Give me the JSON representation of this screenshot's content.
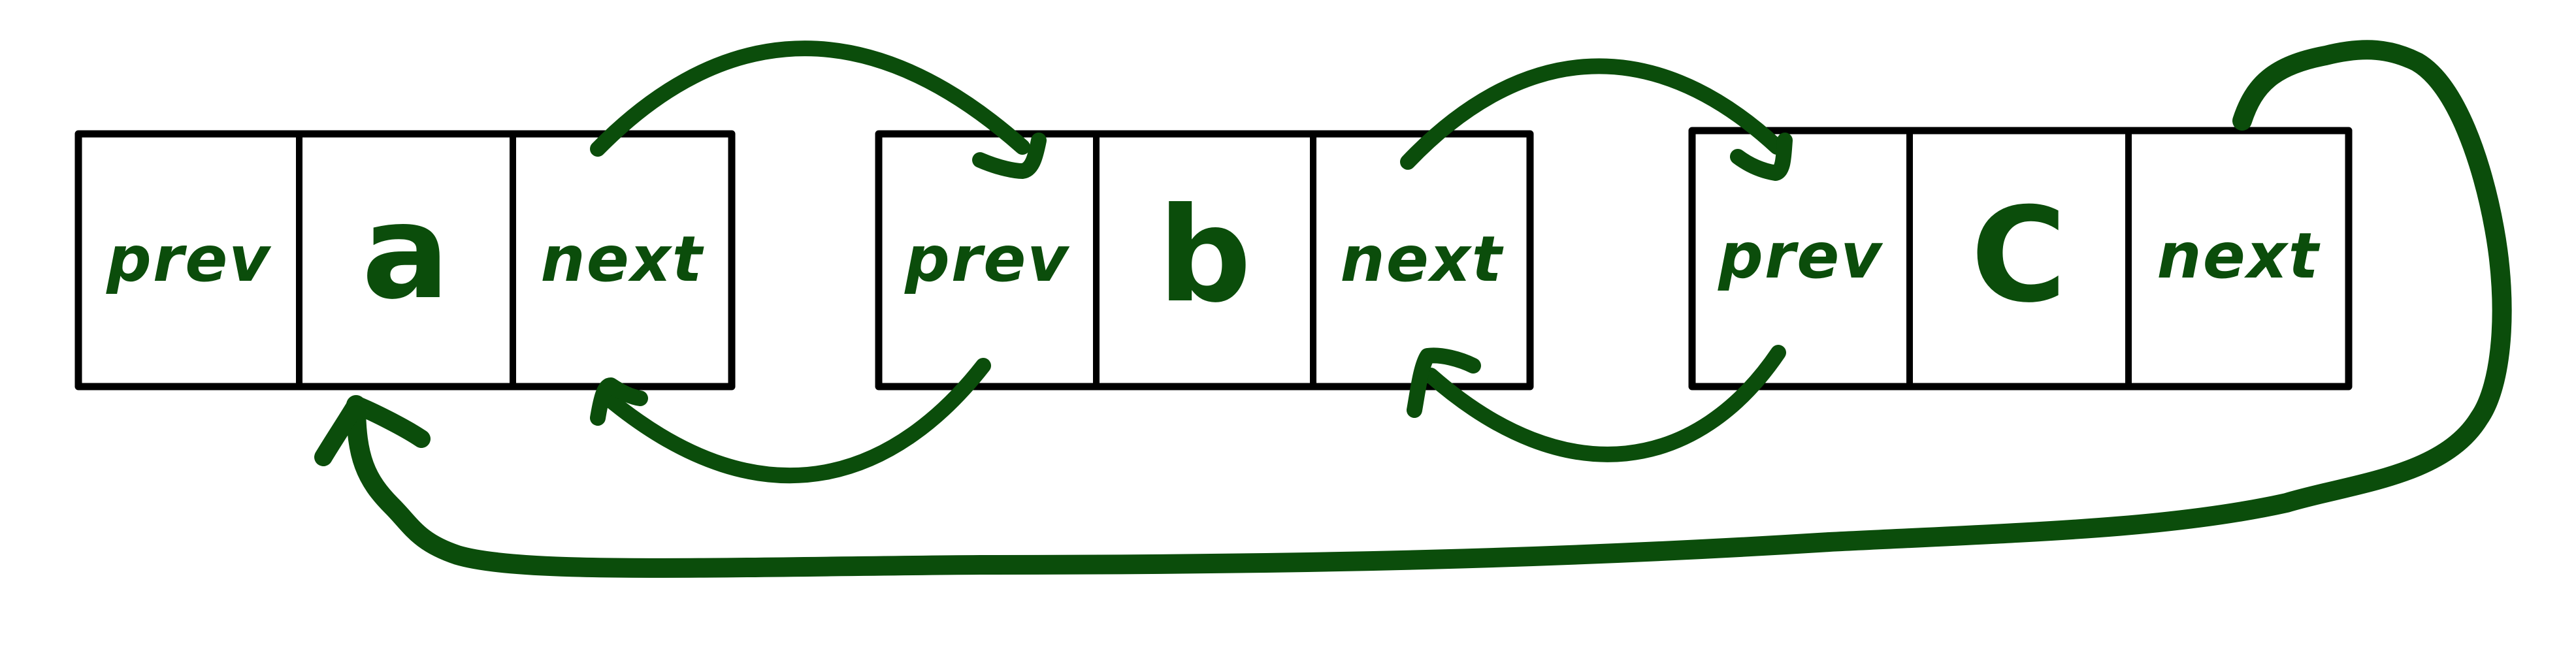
{
  "colors": {
    "ink": "#0b4d0b",
    "border": "#000000",
    "background": "#ffffff"
  },
  "nodes": [
    {
      "prev_label": "prev",
      "value": "a",
      "next_label": "next"
    },
    {
      "prev_label": "prev",
      "value": "b",
      "next_label": "next"
    },
    {
      "prev_label": "prev",
      "value": "C",
      "next_label": "next"
    }
  ],
  "links": [
    {
      "from": "node-a.next",
      "to": "node-b.prev"
    },
    {
      "from": "node-b.prev",
      "to": "node-a.next"
    },
    {
      "from": "node-b.next",
      "to": "node-c.prev"
    },
    {
      "from": "node-c.prev",
      "to": "node-b.next"
    },
    {
      "from": "node-c.next",
      "to": "node-a"
    }
  ]
}
